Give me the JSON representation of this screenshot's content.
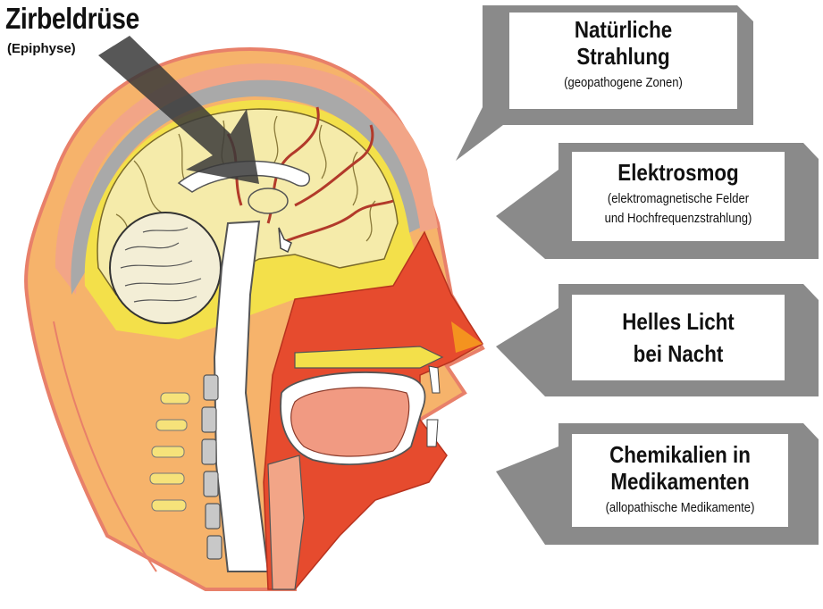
{
  "pineal": {
    "title": "Zirbeldrüse",
    "subtitle": "(Epiphyse)"
  },
  "factors": [
    {
      "name": "Natürliche Strahlung",
      "line1": "Natürliche",
      "line2": "Strahlung",
      "sub": "(geopathogene Zonen)"
    },
    {
      "name": "Elektrosmog",
      "line1": "Elektrosmog",
      "sub1": "(elektromagnetische Felder",
      "sub2": "und Hochfrequenzstrahlung)"
    },
    {
      "name": "Helles Licht bei Nacht",
      "line1": "Helles Licht",
      "line2": "bei Nacht"
    },
    {
      "name": "Chemikalien in Medikamenten",
      "line1": "Chemikalien in",
      "line2": "Medikamenten",
      "sub": "(allopathische Medikamente)"
    }
  ],
  "colors": {
    "arrow_gray": "#8a8a8a",
    "skin": "#f6b36b",
    "skin_outline": "#e8806a",
    "brain": "#f5ebaa",
    "yellow_layer": "#f3e04a",
    "muscle_red": "#e64b2e",
    "spine_gray": "#c8c8c8",
    "pointer_dark": "#3a3a3a"
  }
}
